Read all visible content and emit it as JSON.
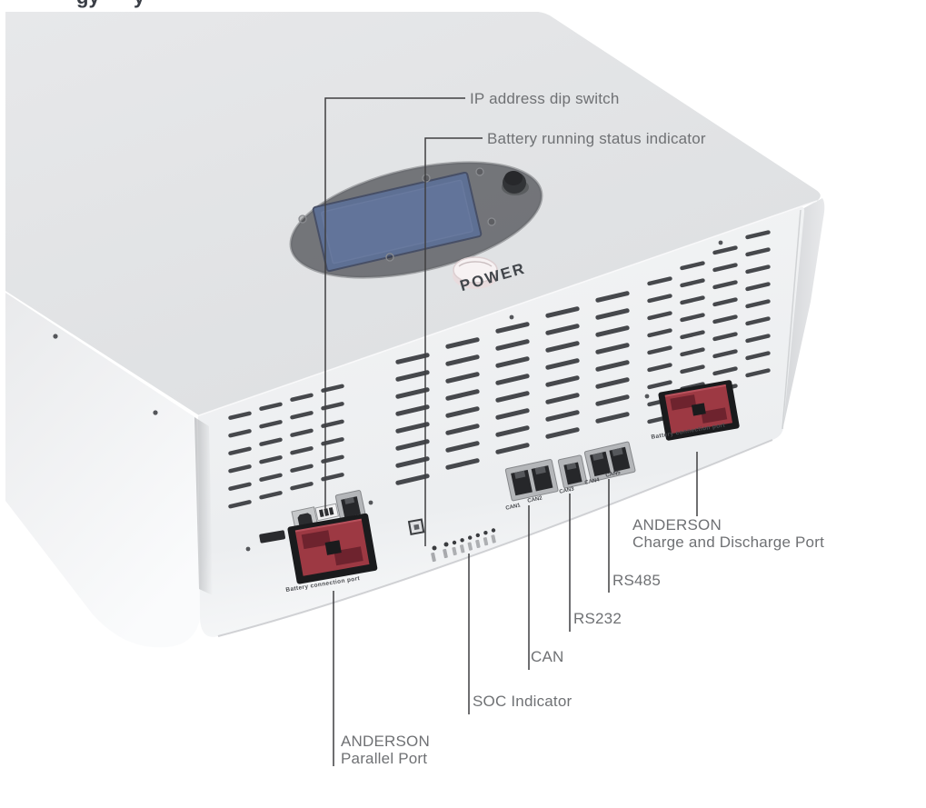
{
  "page": {
    "top_cropped_fragments": [
      "gy",
      "y"
    ]
  },
  "annotations": {
    "ip_dip_switch": "IP address dip switch",
    "battery_status": "Battery running status indicator",
    "anderson_charge_line1": "ANDERSON",
    "anderson_charge_line2": "Charge and Discharge Port",
    "rs485": "RS485",
    "rs232": "RS232",
    "can": "CAN",
    "soc": "SOC Indicator",
    "anderson_parallel_line1": "ANDERSON",
    "anderson_parallel_line2": "Parallel Port"
  },
  "device": {
    "power_label": "POWER",
    "ports": {
      "can1": "CAN1",
      "can2": "CAN2",
      "can3": "CAN3",
      "can4": "CAN4",
      "can5": "CAN5"
    },
    "anderson_left_caption": "Battery connection port",
    "anderson_right_caption": "Battery connection port"
  },
  "colors": {
    "leader_line": "#3f3f41",
    "annotation_text": "#6f7174",
    "anderson_red": "#9d3943",
    "anderson_red_dark": "#6e232e",
    "screen_blue": "#5e7094",
    "panel_glass": "#5b5d62",
    "device_top_face": "#e4e5e7",
    "device_front_face": "#f0f1f3",
    "vent_slot": "#46484c"
  }
}
